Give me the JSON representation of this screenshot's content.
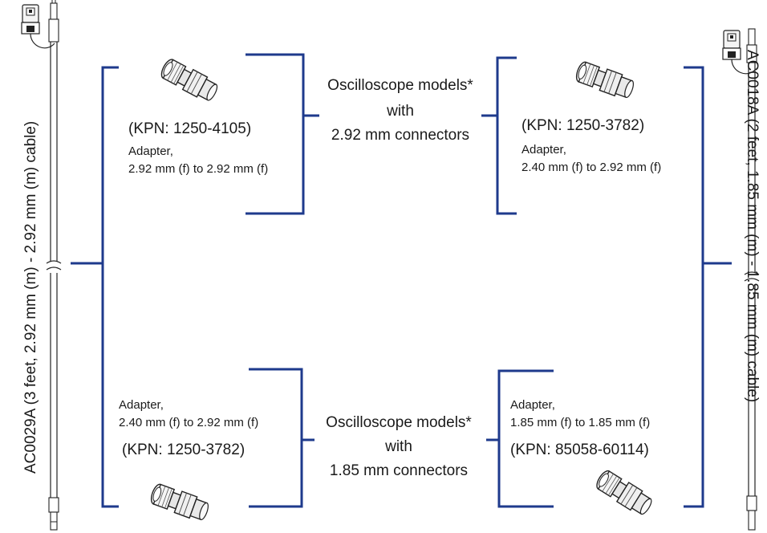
{
  "colors": {
    "bracket": "#1e3a8c",
    "ink": "#1a1a1a"
  },
  "cables": {
    "left": {
      "label": "AC0029A (3 feet, 2.92 mm (m) - 2.92 mm (m) cable)"
    },
    "right": {
      "label": "AC0018A (2 feet, 1.85 mm (m) - 1.85 mm (m) cable)"
    }
  },
  "groups": {
    "top": {
      "title": "Oscilloscope models*",
      "mid": "with",
      "connectors": "2.92 mm connectors"
    },
    "bottom": {
      "title": "Oscilloscope models*",
      "mid": "with",
      "connectors": "1.85 mm connectors"
    }
  },
  "adapters": {
    "top_left": {
      "kpn": "(KPN: 1250-4105)",
      "label": "Adapter,",
      "spec": "2.92 mm (f) to 2.92 mm (f)",
      "icon": "adapter-icon"
    },
    "top_right": {
      "kpn": "(KPN: 1250-3782)",
      "label": "Adapter,",
      "spec": "2.40 mm (f) to 2.92 mm (f)",
      "icon": "adapter-icon"
    },
    "bottom_left": {
      "kpn": "(KPN: 1250-3782)",
      "label": "Adapter,",
      "spec": "2.40 mm (f) to 2.92 mm (f)",
      "icon": "adapter-icon"
    },
    "bottom_right": {
      "kpn": "(KPN: 85058-60114)",
      "label": "Adapter,",
      "spec": "1.85 mm (f) to 1.85 mm (f)",
      "icon": "adapter-icon"
    }
  }
}
